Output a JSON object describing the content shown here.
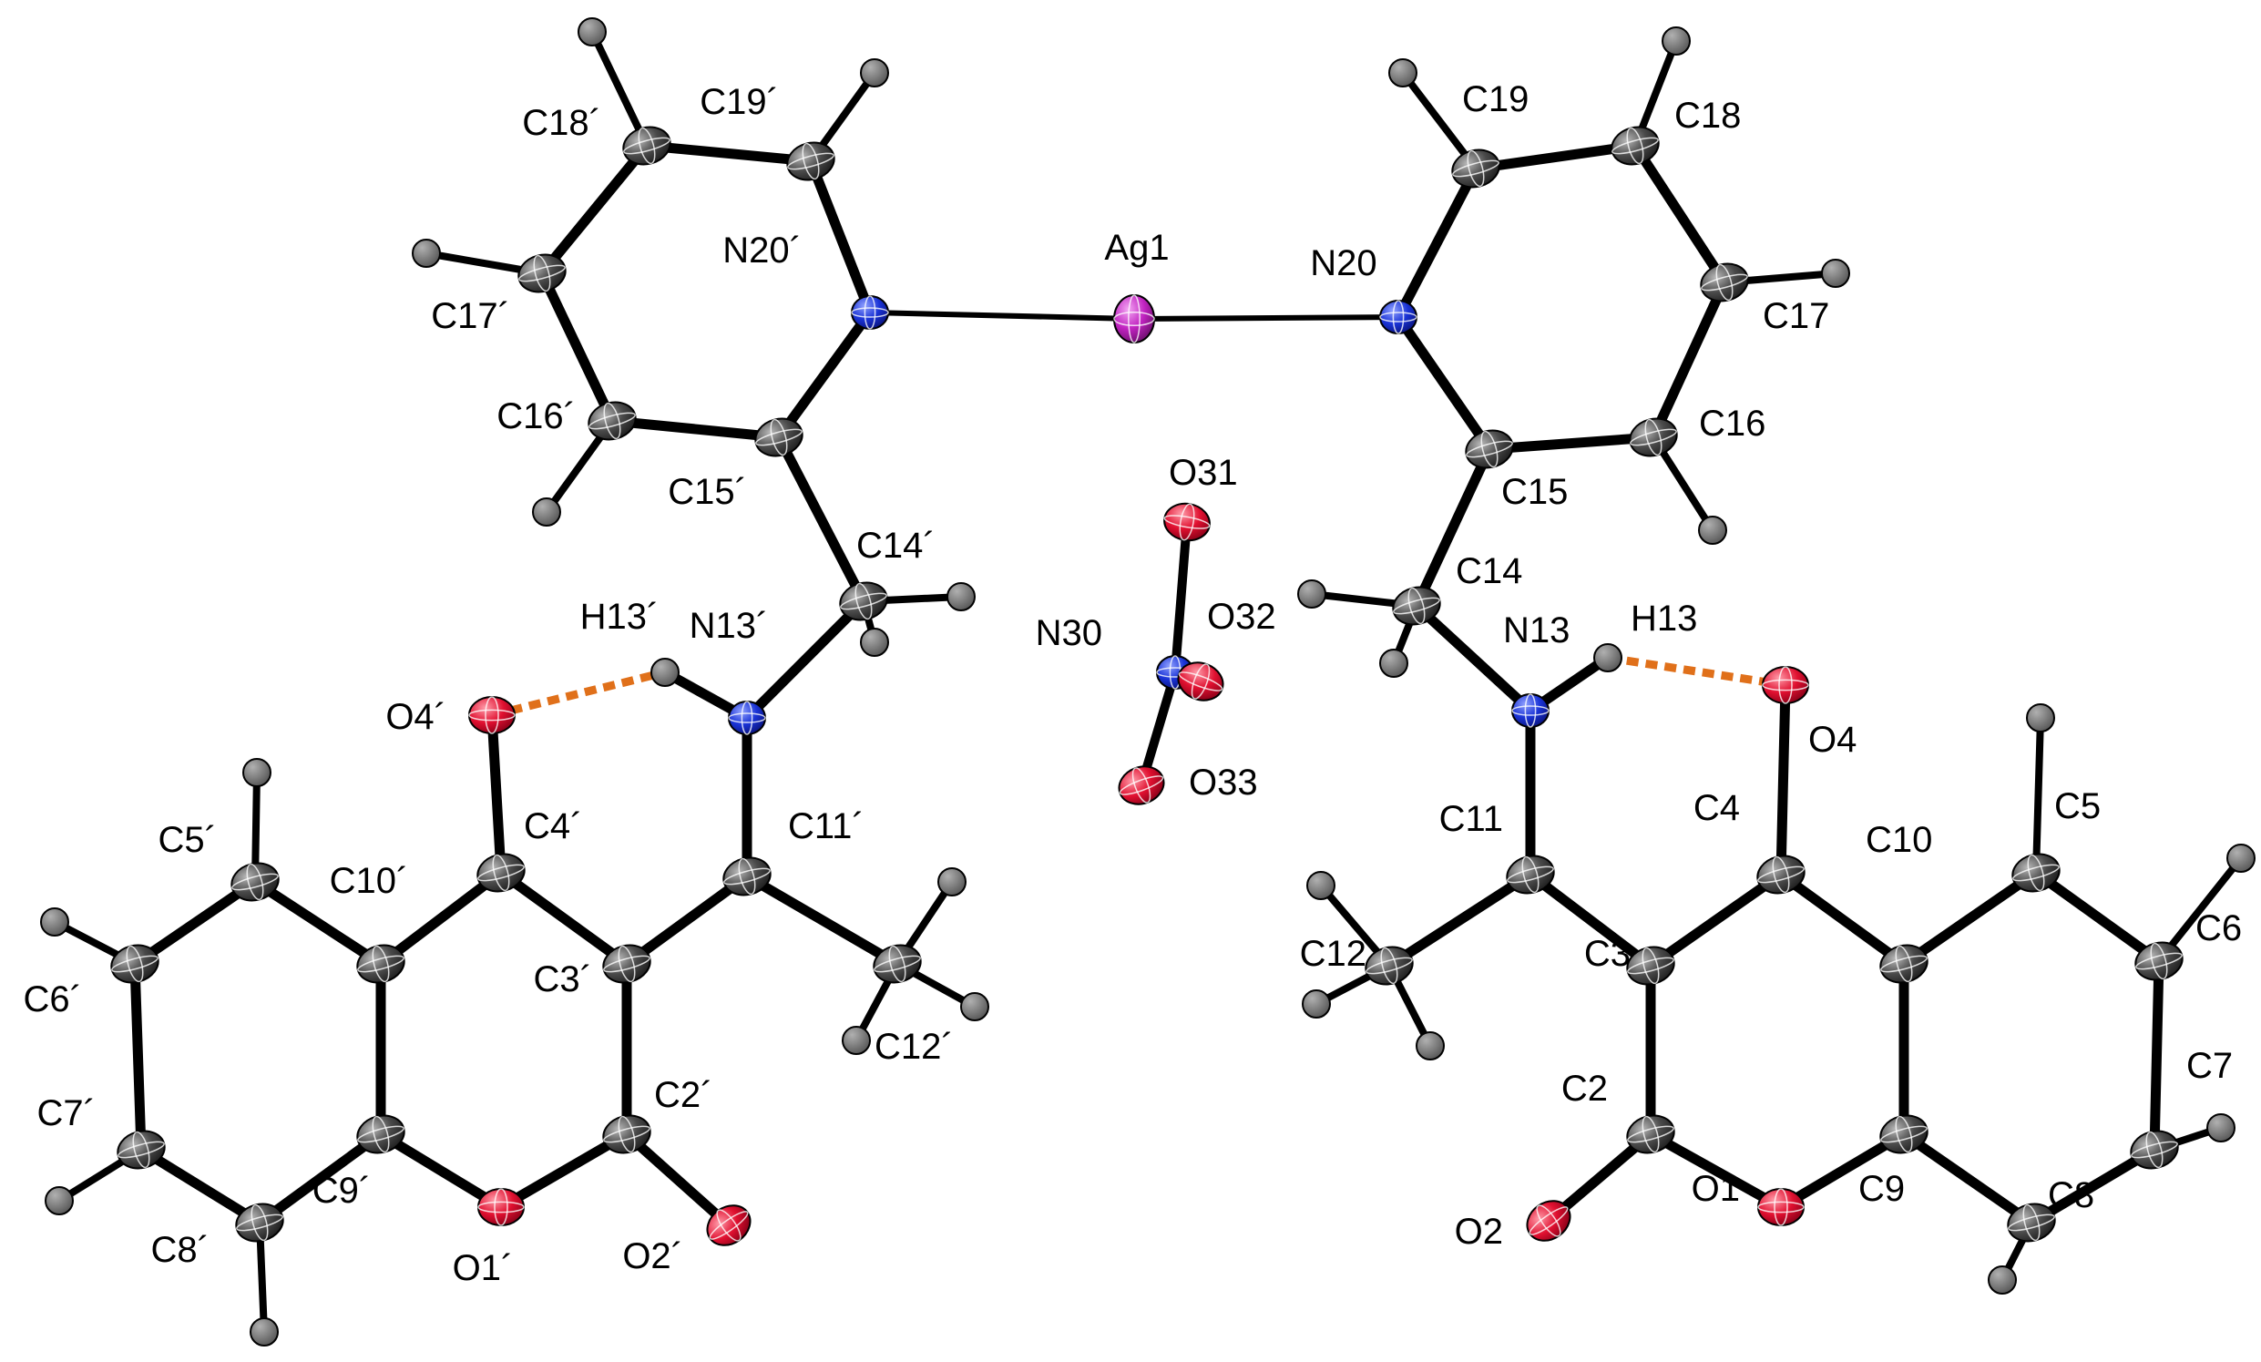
{
  "colors": {
    "background": "#ffffff",
    "bond": "#000000",
    "hbond": "#e0701a",
    "C": "#4a4a4a",
    "H": "#6e6e6e",
    "N": "#1a33d6",
    "O": "#e01030",
    "Ag": "#c023c0"
  },
  "atoms": [
    {
      "id": "Ag1",
      "el": "Ag"
    },
    {
      "id": "N20p",
      "el": "N"
    },
    {
      "id": "C19p",
      "el": "C"
    },
    {
      "id": "C18p",
      "el": "C"
    },
    {
      "id": "C17p",
      "el": "C"
    },
    {
      "id": "C16p",
      "el": "C"
    },
    {
      "id": "C15p",
      "el": "C"
    },
    {
      "id": "C14p",
      "el": "C"
    },
    {
      "id": "N13p",
      "el": "N"
    },
    {
      "id": "C11p",
      "el": "C"
    },
    {
      "id": "C12p",
      "el": "C"
    },
    {
      "id": "C3p",
      "el": "C"
    },
    {
      "id": "C4p",
      "el": "C"
    },
    {
      "id": "O4p",
      "el": "O"
    },
    {
      "id": "C10p",
      "el": "C"
    },
    {
      "id": "C5p",
      "el": "C"
    },
    {
      "id": "C6p",
      "el": "C"
    },
    {
      "id": "C7p",
      "el": "C"
    },
    {
      "id": "C8p",
      "el": "C"
    },
    {
      "id": "C9p",
      "el": "C"
    },
    {
      "id": "O1p",
      "el": "O"
    },
    {
      "id": "C2p",
      "el": "C"
    },
    {
      "id": "O2p",
      "el": "O"
    },
    {
      "id": "N20",
      "el": "N"
    },
    {
      "id": "C19",
      "el": "C"
    },
    {
      "id": "C18",
      "el": "C"
    },
    {
      "id": "C17",
      "el": "C"
    },
    {
      "id": "C16",
      "el": "C"
    },
    {
      "id": "C15",
      "el": "C"
    },
    {
      "id": "C14",
      "el": "C"
    },
    {
      "id": "N13",
      "el": "N"
    },
    {
      "id": "C11",
      "el": "C"
    },
    {
      "id": "C12",
      "el": "C"
    },
    {
      "id": "C3",
      "el": "C"
    },
    {
      "id": "C4",
      "el": "C"
    },
    {
      "id": "O4",
      "el": "O"
    },
    {
      "id": "C10",
      "el": "C"
    },
    {
      "id": "C5",
      "el": "C"
    },
    {
      "id": "C6",
      "el": "C"
    },
    {
      "id": "C7",
      "el": "C"
    },
    {
      "id": "C8",
      "el": "C"
    },
    {
      "id": "C9",
      "el": "C"
    },
    {
      "id": "O1",
      "el": "O"
    },
    {
      "id": "C2",
      "el": "C"
    },
    {
      "id": "O2",
      "el": "O"
    },
    {
      "id": "N30",
      "el": "N"
    },
    {
      "id": "O31",
      "el": "O"
    },
    {
      "id": "O32",
      "el": "O"
    },
    {
      "id": "O33",
      "el": "O"
    },
    {
      "id": "H13p",
      "el": "H"
    },
    {
      "id": "H13",
      "el": "H"
    }
  ],
  "bonds": [
    [
      "N20p",
      "Ag1"
    ],
    [
      "Ag1",
      "N20"
    ],
    [
      "N20p",
      "C19p"
    ],
    [
      "C19p",
      "C18p"
    ],
    [
      "C18p",
      "C17p"
    ],
    [
      "C17p",
      "C16p"
    ],
    [
      "C16p",
      "C15p"
    ],
    [
      "C15p",
      "N20p"
    ],
    [
      "C15p",
      "C14p"
    ],
    [
      "C14p",
      "N13p"
    ],
    [
      "N13p",
      "H13p"
    ],
    [
      "N13p",
      "C11p"
    ],
    [
      "C11p",
      "C12p"
    ],
    [
      "C11p",
      "C3p"
    ],
    [
      "C3p",
      "C4p"
    ],
    [
      "C4p",
      "O4p"
    ],
    [
      "C4p",
      "C10p"
    ],
    [
      "C10p",
      "C5p"
    ],
    [
      "C5p",
      "C6p"
    ],
    [
      "C6p",
      "C7p"
    ],
    [
      "C7p",
      "C8p"
    ],
    [
      "C8p",
      "C9p"
    ],
    [
      "C9p",
      "C10p"
    ],
    [
      "C9p",
      "O1p"
    ],
    [
      "O1p",
      "C2p"
    ],
    [
      "C2p",
      "C3p"
    ],
    [
      "C2p",
      "O2p"
    ],
    [
      "N20",
      "C19"
    ],
    [
      "C19",
      "C18"
    ],
    [
      "C18",
      "C17"
    ],
    [
      "C17",
      "C16"
    ],
    [
      "C16",
      "C15"
    ],
    [
      "C15",
      "N20"
    ],
    [
      "C15",
      "C14"
    ],
    [
      "C14",
      "N13"
    ],
    [
      "N13",
      "H13"
    ],
    [
      "N13",
      "C11"
    ],
    [
      "C11",
      "C12"
    ],
    [
      "C11",
      "C3"
    ],
    [
      "C3",
      "C4"
    ],
    [
      "C4",
      "O4"
    ],
    [
      "C4",
      "C10"
    ],
    [
      "C10",
      "C5"
    ],
    [
      "C5",
      "C6"
    ],
    [
      "C6",
      "C7"
    ],
    [
      "C7",
      "C8"
    ],
    [
      "C8",
      "C9"
    ],
    [
      "C9",
      "C10"
    ],
    [
      "C9",
      "O1"
    ],
    [
      "O1",
      "C2"
    ],
    [
      "C2",
      "C3"
    ],
    [
      "C2",
      "O2"
    ],
    [
      "N30",
      "O31"
    ],
    [
      "N30",
      "O32"
    ],
    [
      "N30",
      "O33"
    ]
  ],
  "hbonds": [
    [
      "O4p",
      "H13p"
    ],
    [
      "H13",
      "O4"
    ]
  ],
  "hydrogens": [
    [
      "C19p",
      1
    ],
    [
      "C18p",
      1
    ],
    [
      "C17p",
      1
    ],
    [
      "C16p",
      1
    ],
    [
      "C14p",
      1
    ],
    [
      "C14p",
      2
    ],
    [
      "C12p",
      1
    ],
    [
      "C12p",
      2
    ],
    [
      "C12p",
      3
    ],
    [
      "C5p",
      1
    ],
    [
      "C6p",
      1
    ],
    [
      "C7p",
      1
    ],
    [
      "C8p",
      1
    ],
    [
      "C19",
      1
    ],
    [
      "C18",
      1
    ],
    [
      "C17",
      1
    ],
    [
      "C16",
      1
    ],
    [
      "C14",
      1
    ],
    [
      "C14",
      2
    ],
    [
      "C12",
      1
    ],
    [
      "C12",
      2
    ],
    [
      "C12",
      3
    ],
    [
      "C5",
      1
    ],
    [
      "C6",
      1
    ],
    [
      "C7",
      1
    ],
    [
      "C8",
      1
    ]
  ],
  "labels": {
    "Ag1": "Ag1",
    "N20p": "N20´",
    "C19p": "C19´",
    "C18p": "C18´",
    "C17p": "C17´",
    "C16p": "C16´",
    "C15p": "C15´",
    "C14p": "C14´",
    "N13p": "N13´",
    "H13p": "H13´",
    "O4p": "O4´",
    "C11p": "C11´",
    "C12p": "C12´",
    "C3p": "C3´",
    "C4p": "C4´",
    "C10p": "C10´",
    "C5p": "C5´",
    "C6p": "C6´",
    "C7p": "C7´",
    "C8p": "C8´",
    "C9p": "C9´",
    "O1p": "O1´",
    "C2p": "C2´",
    "O2p": "O2´",
    "N20": "N20",
    "C19": "C19",
    "C18": "C18",
    "C17": "C17",
    "C16": "C16",
    "C15": "C15",
    "C14": "C14",
    "N13": "N13",
    "H13": "H13",
    "O4": "O4",
    "C11": "C11",
    "C12": "C12",
    "C3": "C3",
    "C4": "C4",
    "C10": "C10",
    "C5": "C5",
    "C6": "C6",
    "C7": "C7",
    "C8": "C8",
    "C9": "C9",
    "O1": "O1",
    "C2": "C2",
    "O2": "O2",
    "N30": "N30",
    "O31": "O31",
    "O32": "O32",
    "O33": "O33"
  }
}
